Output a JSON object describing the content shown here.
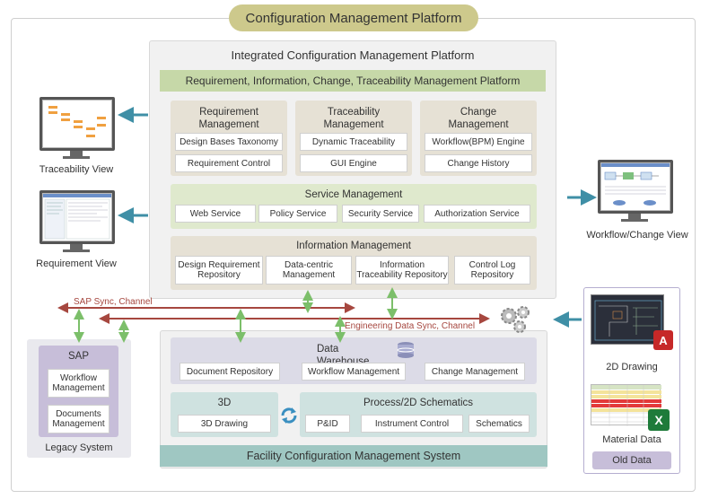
{
  "title": "Configuration Management Platform",
  "integrated": {
    "title": "Integrated Configuration Management Platform",
    "green_bar": "Requirement, Information, Change, Traceability Management Platform",
    "requirement": {
      "title": "Requirement Management",
      "items": [
        "Design Bases Taxonomy",
        "Requirement Control"
      ]
    },
    "traceability": {
      "title": "Traceability Management",
      "items": [
        "Dynamic Traceability",
        "GUI Engine"
      ]
    },
    "change": {
      "title": "Change Management",
      "items": [
        "Workflow(BPM) Engine",
        "Change History"
      ]
    },
    "service": {
      "title": "Service Management",
      "items": [
        "Web Service",
        "Policy Service",
        "Security Service",
        "Authorization Service"
      ]
    },
    "information": {
      "title": "Information Management",
      "items": [
        "Design Requirement Repository",
        "Data-centric Management",
        "Information Traceability Repository",
        "Control Log Repository"
      ]
    }
  },
  "facility": {
    "title": "Facility Configuration Management System",
    "warehouse": {
      "title": "Data Warehouse",
      "items": [
        "Document Repository",
        "Workflow Management",
        "Change Management"
      ]
    },
    "three_d": {
      "title": "3D",
      "items": [
        "3D Drawing"
      ]
    },
    "process": {
      "title": "Process/2D Schematics",
      "items": [
        "P&ID",
        "Instrument Control",
        "Schematics"
      ]
    }
  },
  "legacy": {
    "label": "Legacy System",
    "sap": "SAP",
    "items": [
      "Workflow Management",
      "Documents Management"
    ]
  },
  "sync": {
    "sap": "SAP Sync, Channel",
    "engineering": "Engineering Data Sync, Channel"
  },
  "views": {
    "traceability": "Traceability View",
    "requirement": "Requirement View",
    "workflow": "Workflow/Change View"
  },
  "old_data": {
    "drawing": "2D Drawing",
    "material": "Material Data",
    "label": "Old Data"
  },
  "colors": {
    "arrow_teal": "#3f8fa6",
    "arrow_red": "#a6473f",
    "arrow_green": "#7cbf6a",
    "pill": "#cdc98c"
  }
}
